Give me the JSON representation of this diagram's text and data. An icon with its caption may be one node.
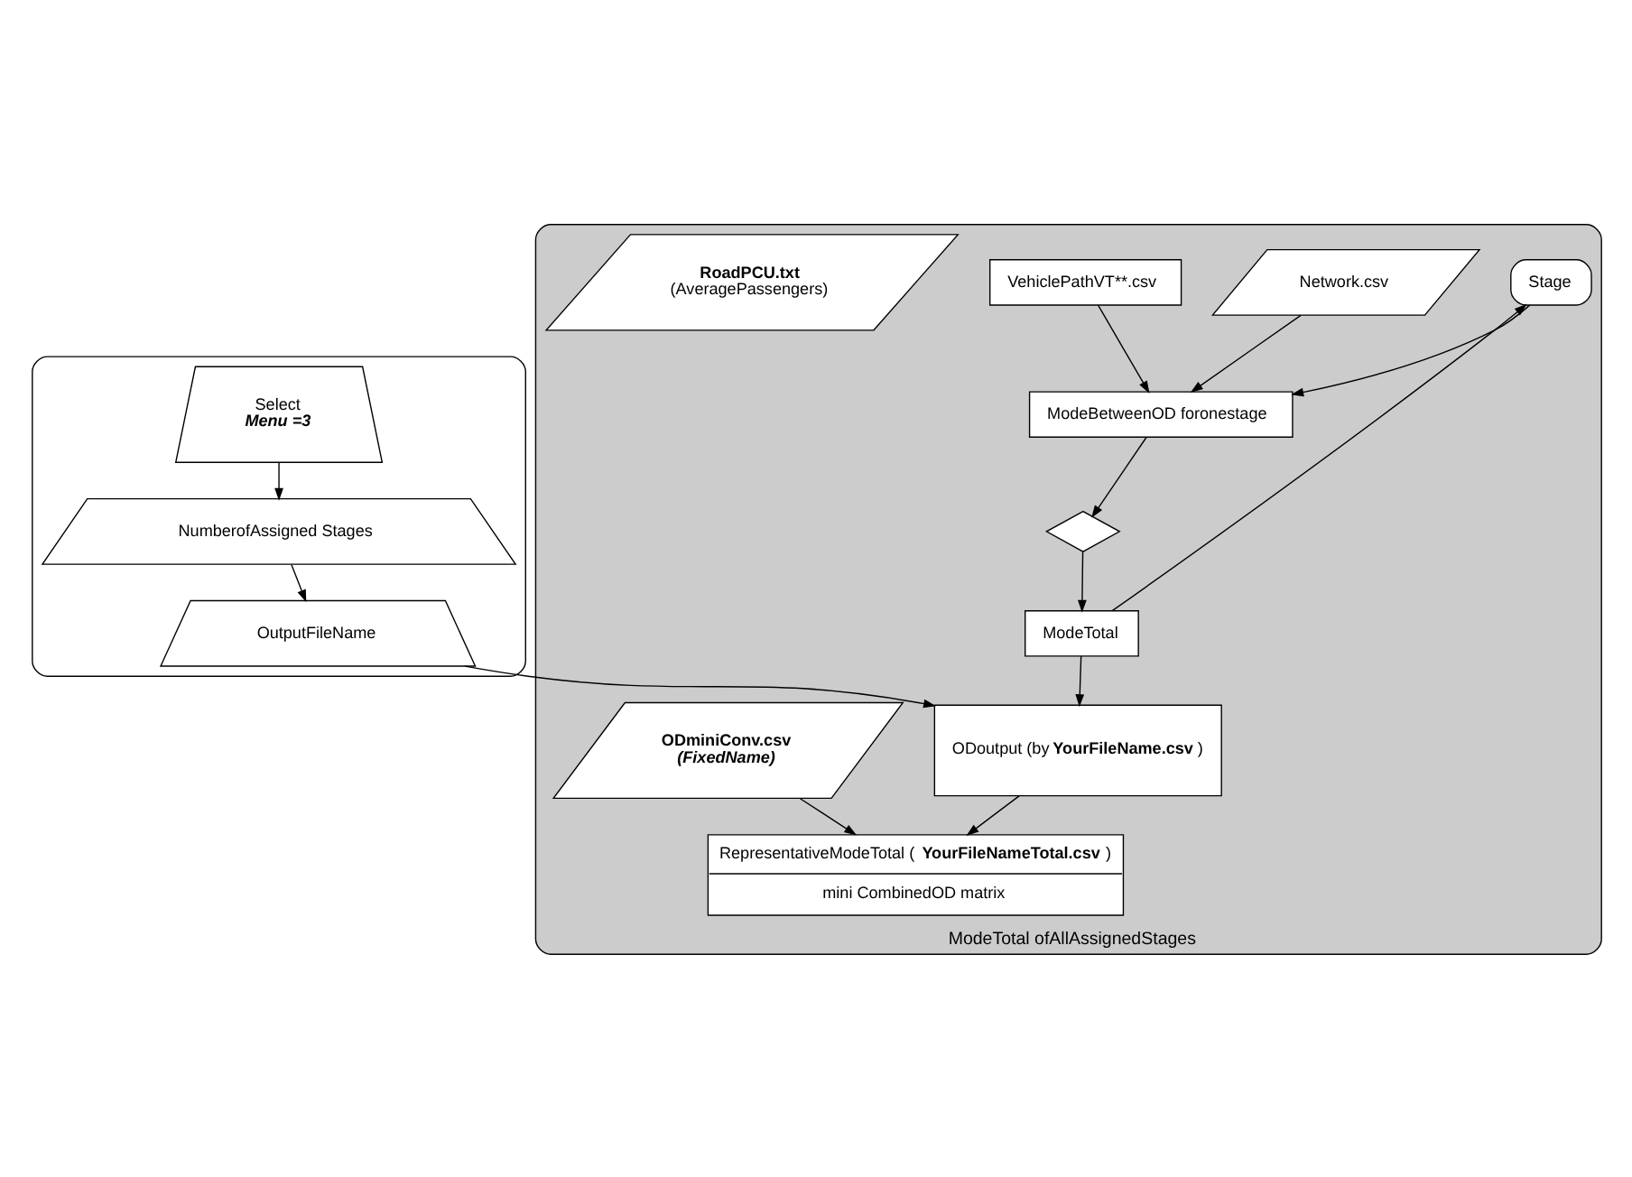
{
  "diagram": {
    "nodes": [
      {
        "text": [],
        "shape": "box"
      },
      {
        "text": [
          "Select",
          "Menu =3"
        ],
        "in": 0
      },
      {
        "text": [
          "NumberofAssigned Stages"
        ],
        "in": 0
      },
      {
        "text": [
          "OutputFileName"
        ],
        "in": 0
      },
      {
        "text": [
          "ModeTotal ofAllAssignedStages"
        ]
      },
      {
        "text": [
          "Stage"
        ],
        "in": 4
      },
      {
        "text": [
          "Network.csv"
        ],
        "in": 4
      },
      {
        "text": [
          "VehiclePathVT**.csv"
        ],
        "in": 4
      },
      {
        "text": [
          "ModeBetweenOD foronestage"
        ],
        "in": 4
      },
      {
        "text": [
          "RoadPCU.txt",
          "(AveragePassengers)"
        ],
        "in": 4
      },
      {
        "text": [],
        "shape": "diamond",
        "in": 4
      },
      {
        "text": [
          "ModeTotal"
        ],
        "in": 4
      },
      {
        "text": [
          "ODminiConv.csv",
          "(FixedName)"
        ],
        "in": 4
      },
      {
        "text": [
          "ODoutput (by**YourFileName.csv**)"
        ],
        "in": 4
      },
      {
        "text": [
          "RepresentativeModeTotal (**YourFileNameTotal.csv**)",
          "mini CombinedOD matrix"
        ],
        "in": 4
      }
    ],
    "edges": [
      {
        "from": 1,
        "to": 2,
        "arrow": "to"
      },
      {
        "from": 2,
        "to": 3,
        "arrow": "to"
      },
      {
        "from": 3,
        "to": 13,
        "arrow": "to"
      },
      {
        "from": 5,
        "to": 8,
        "arrow": "to"
      },
      {
        "from": 6,
        "to": 8,
        "arrow": "to"
      },
      {
        "from": 7,
        "to": 8,
        "arrow": "to"
      },
      {
        "from": 8,
        "to": 10,
        "arrow": "to"
      },
      {
        "from": 10,
        "to": 11,
        "arrow": "to"
      },
      {
        "from": 11,
        "to": 5,
        "arrow": "to"
      },
      {
        "from": 11,
        "to": 13,
        "arrow": "to"
      },
      {
        "from": 13,
        "to": 14,
        "arrow": "to"
      },
      {
        "from": 12,
        "to": 14,
        "arrow": "to"
      }
    ]
  }
}
